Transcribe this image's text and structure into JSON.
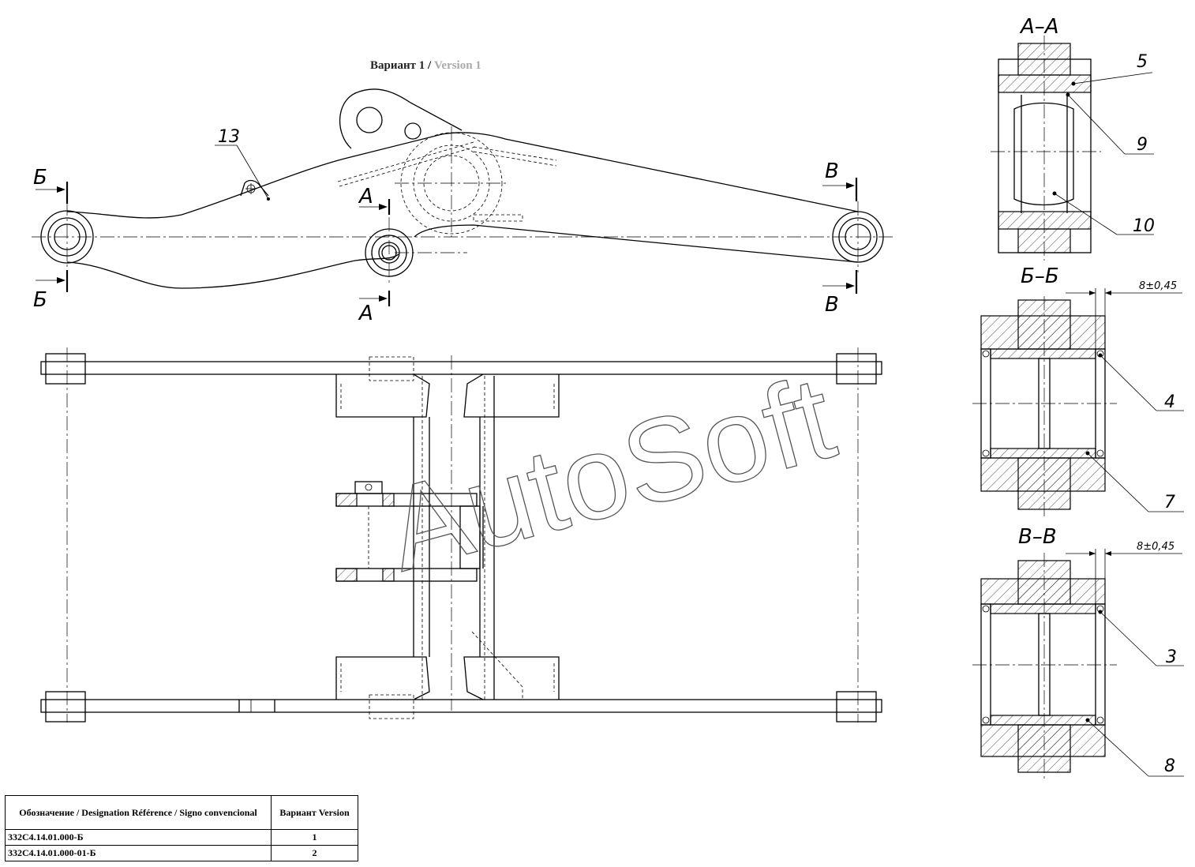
{
  "title": {
    "ru": "Вариант 1",
    "separator": " / ",
    "en": "Version 1"
  },
  "callouts": {
    "c13": "13",
    "c5": "5",
    "c9": "9",
    "c10": "10",
    "c4": "4",
    "c7": "7",
    "c3": "3",
    "c8": "8"
  },
  "section_marks": {
    "a": "А",
    "b": "Б",
    "v": "В"
  },
  "section_titles": {
    "aa": "А–А",
    "bb": "Б–Б",
    "vv": "В–В"
  },
  "dimensions": {
    "bb": "8±0,45",
    "vv": "8±0,45"
  },
  "watermark": "AutoSoft",
  "version_table": {
    "headers": {
      "designation": "Обозначение / Designation Référence / Signo convencional",
      "version": "Вариант Version"
    },
    "rows": [
      {
        "designation": "332С4.14.01.000-Б",
        "version": "1"
      },
      {
        "designation": "332С4.14.01.000-01-Б",
        "version": "2"
      }
    ]
  }
}
